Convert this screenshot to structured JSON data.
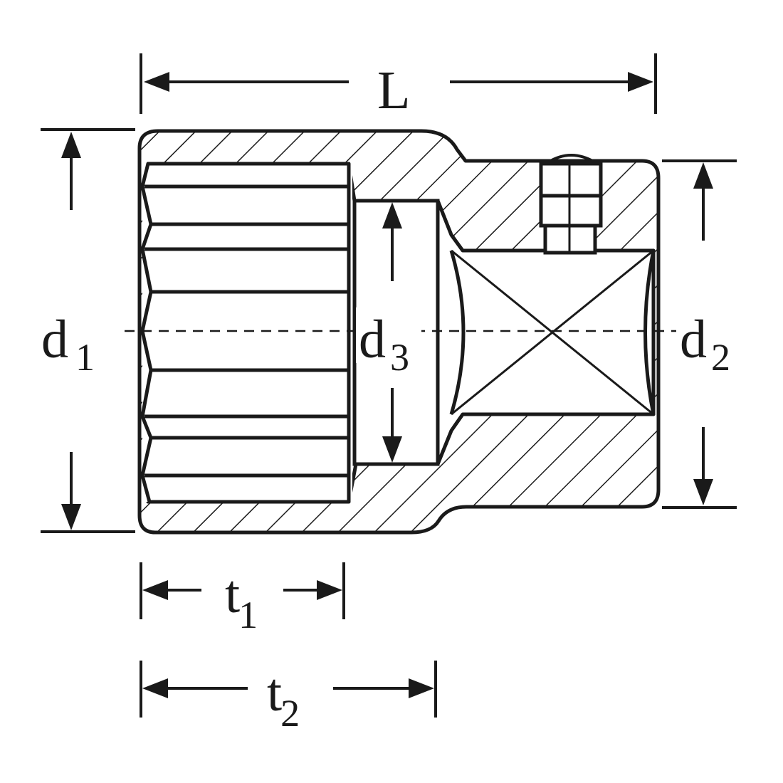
{
  "labels": {
    "L": "L",
    "d1": {
      "base": "d",
      "sub": "1"
    },
    "d2": {
      "base": "d",
      "sub": "2"
    },
    "d3": {
      "base": "d",
      "sub": "3"
    },
    "t1": {
      "base": "t",
      "sub": "1"
    },
    "t2": {
      "base": "t",
      "sub": "2"
    }
  },
  "colors": {
    "ink": "#1a1a1a",
    "paper": "#ffffff"
  }
}
